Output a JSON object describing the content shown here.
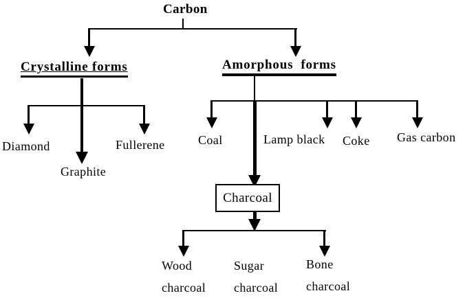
{
  "colors": {
    "ink": "#000000",
    "background": "#ffffff"
  },
  "diagram": {
    "type": "tree",
    "root_label": "Carbon",
    "crystalline": {
      "heading": "Crystalline forms",
      "children": [
        "Diamond",
        "Graphite",
        "Fullerene"
      ]
    },
    "amorphous": {
      "heading": "Amorphous  forms",
      "children": [
        "Coal",
        "Lamp black",
        "Coke",
        "Gas carbon"
      ],
      "charcoal": {
        "label": "Charcoal",
        "children": [
          "Wood\ncharcoal",
          "Sugar\ncharcoal",
          "Bone\ncharcoal"
        ]
      }
    }
  }
}
